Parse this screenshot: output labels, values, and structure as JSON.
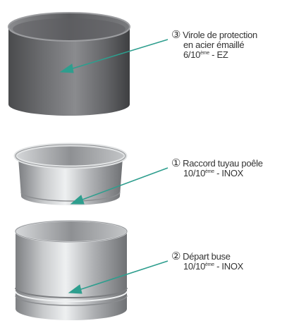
{
  "colors": {
    "arrow": "#2e9e8e",
    "text": "#333333"
  },
  "parts": [
    {
      "id": "virole",
      "number": "③",
      "line1": "Virole de protection",
      "line2": "en acier émaillé",
      "thickness": "6/10",
      "sup": "ème",
      "suffix": " - EZ",
      "material_color": "#6d6e70"
    },
    {
      "id": "raccord",
      "number": "①",
      "line1": "Raccord tuyau poêle",
      "thickness": "10/10",
      "sup": "ème",
      "suffix": " - INOX",
      "material_color": "#b9bbbd"
    },
    {
      "id": "depart",
      "number": "②",
      "line1": "Départ buse",
      "thickness": "10/10",
      "sup": "ème",
      "suffix": " - INOX",
      "material_color": "#b9bbbd"
    }
  ]
}
